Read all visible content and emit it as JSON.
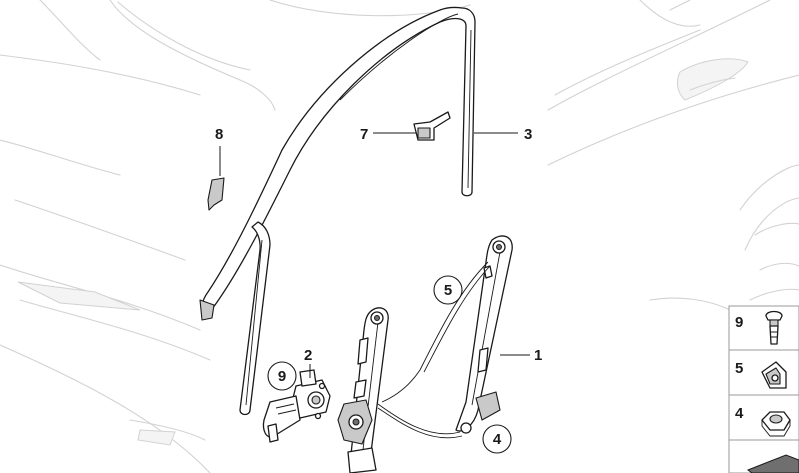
{
  "callouts": {
    "p1": "1",
    "p2": "2",
    "p3": "3",
    "p5_circle": "5",
    "p4_circle": "4",
    "p7": "7",
    "p8": "8",
    "p9_circle": "9"
  },
  "legend": [
    {
      "label": "9",
      "icon": "push-rivet-icon"
    },
    {
      "label": "5",
      "icon": "clip-nut-icon"
    },
    {
      "label": "4",
      "icon": "hex-nut-icon"
    }
  ],
  "colors": {
    "line": "#1a1a1a",
    "ghost": "#d2d2d2"
  }
}
